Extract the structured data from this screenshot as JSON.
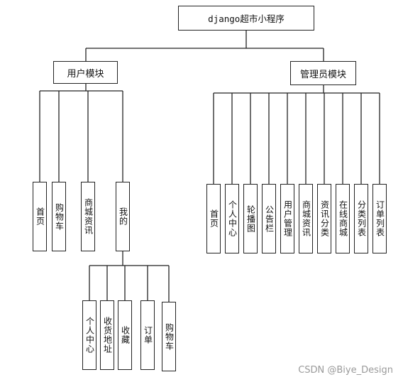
{
  "root": {
    "label": "django超市小程序"
  },
  "user_module": {
    "label": "用户模块",
    "items": [
      "首页",
      "购物车",
      "商城资讯",
      "我的"
    ],
    "mine_items": [
      "个人中心",
      "收货地址",
      "收藏",
      "订单",
      "购物车"
    ]
  },
  "admin_module": {
    "label": "管理员模块",
    "items": [
      "首页",
      "个人中心",
      "轮播图",
      "公告栏",
      "用户管理",
      "商城资讯",
      "资讯分类",
      "在线商城",
      "分类列表",
      "订单列表"
    ]
  },
  "watermark": "CSDN @Biye_Design"
}
